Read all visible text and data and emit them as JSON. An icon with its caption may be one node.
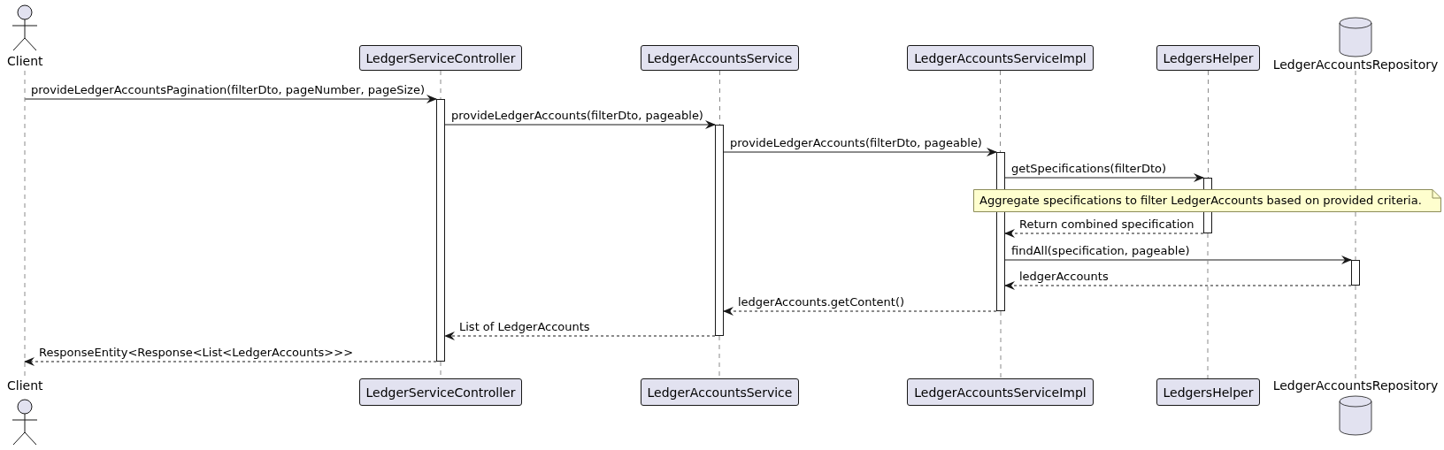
{
  "diagram": {
    "nodes": [
      {
        "text": [
          "Client"
        ]
      },
      {
        "text": [
          "LedgerServiceController"
        ]
      },
      {
        "text": [
          "LedgerAccountsService"
        ]
      },
      {
        "text": [
          "LedgerAccountsServiceImpl"
        ]
      },
      {
        "text": [
          "LedgersHelper"
        ]
      },
      {
        "text": [
          "LedgerAccountsRepository"
        ]
      },
      {
        "text": [],
        "shape": "bar"
      },
      {
        "text": [],
        "shape": "bar"
      },
      {
        "text": [],
        "shape": "bar"
      },
      {
        "text": [],
        "shape": "bar"
      },
      {
        "text": [],
        "shape": "bar"
      },
      {
        "text": [
          "Aggregate specifications to filter LedgerAccounts based on provided criteria."
        ]
      },
      {
        "text": [
          "Client"
        ]
      },
      {
        "text": [
          "LedgerServiceController"
        ]
      },
      {
        "text": [
          "LedgerAccountsService"
        ]
      },
      {
        "text": [
          "LedgerAccountsServiceImpl"
        ]
      },
      {
        "text": [
          "LedgersHelper"
        ]
      },
      {
        "text": [
          "LedgerAccountsRepository"
        ]
      }
    ],
    "edges": [
      {
        "from": null,
        "to": 6,
        "arrow": "to",
        "color": "#181818",
        "label": "provideLedgerAccountsPagination(filterDto, pageNumber, pageSize)"
      },
      {
        "from": 6,
        "to": 7,
        "arrow": "to",
        "color": "#181818",
        "label": "provideLedgerAccounts(filterDto, pageable)"
      },
      {
        "from": 7,
        "to": 8,
        "arrow": "to",
        "color": "#181818",
        "label": "provideLedgerAccounts(filterDto, pageable)"
      },
      {
        "from": 8,
        "to": 9,
        "arrow": "to",
        "color": "#181818",
        "label": "getSpecifications(filterDto)"
      },
      {
        "from": 9,
        "to": 8,
        "arrow": "to",
        "style": "dashed",
        "color": "#181818",
        "label": "Return combined specification"
      },
      {
        "from": 8,
        "to": 10,
        "arrow": "to",
        "color": "#181818",
        "label": "findAll(specification, pageable)"
      },
      {
        "from": 10,
        "to": 8,
        "arrow": "to",
        "style": "dashed",
        "color": "#181818",
        "label": "ledgerAccounts"
      },
      {
        "from": 8,
        "to": 7,
        "arrow": "to",
        "style": "dashed",
        "color": "#181818",
        "label": "ledgerAccounts.getContent()"
      },
      {
        "from": 7,
        "to": 6,
        "arrow": "to",
        "style": "dashed",
        "color": "#181818",
        "label": "List of LedgerAccounts"
      },
      {
        "from": 6,
        "to": 12,
        "arrow": "to",
        "style": "dashed",
        "color": "#181818",
        "label": "ResponseEntity<Response<List<LedgerAccounts>>>"
      },
      {
        "from": 0,
        "to": 12,
        "arrow": "none",
        "style": "dashed"
      },
      {
        "from": 1,
        "to": 6,
        "arrow": "none",
        "style": "dashed"
      },
      {
        "from": 6,
        "to": 13,
        "arrow": "none",
        "style": "dashed"
      },
      {
        "from": 2,
        "to": 7,
        "arrow": "none",
        "style": "dashed"
      },
      {
        "from": 7,
        "to": 14,
        "arrow": "none",
        "style": "dashed"
      },
      {
        "from": 3,
        "to": 8,
        "arrow": "none",
        "style": "dashed"
      },
      {
        "from": 8,
        "to": 15,
        "arrow": "none",
        "style": "dashed"
      },
      {
        "from": 4,
        "to": 9,
        "arrow": "none",
        "style": "dashed"
      },
      {
        "from": 9,
        "to": 16,
        "arrow": "none",
        "style": "dashed"
      },
      {
        "from": 5,
        "to": 11,
        "arrow": "none",
        "style": "dashed"
      },
      {
        "from": 11,
        "to": 10,
        "arrow": "none",
        "style": "dashed"
      },
      {
        "from": 10,
        "to": 17,
        "arrow": "none",
        "style": "dashed"
      }
    ]
  }
}
